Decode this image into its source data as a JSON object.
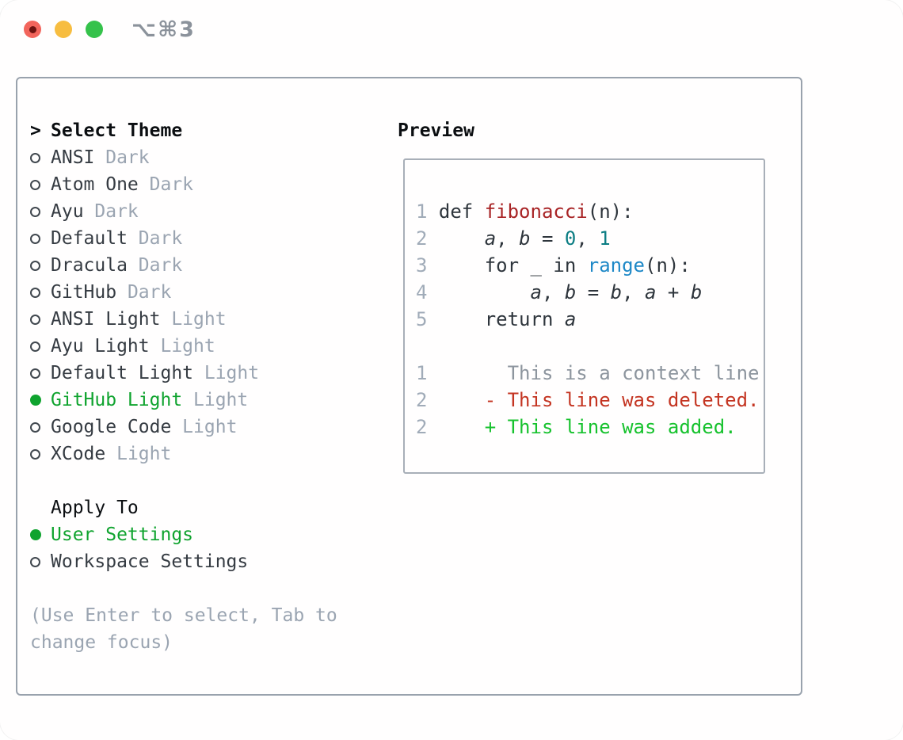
{
  "window": {
    "title": "⌥⌘3",
    "traffic_lights": [
      "close",
      "minimize",
      "zoom"
    ]
  },
  "theme_picker": {
    "prompt": ">",
    "heading": "Select Theme",
    "themes": [
      {
        "name": "ANSI",
        "variant": "Dark",
        "selected": false
      },
      {
        "name": "Atom One",
        "variant": "Dark",
        "selected": false
      },
      {
        "name": "Ayu",
        "variant": "Dark",
        "selected": false
      },
      {
        "name": "Default",
        "variant": "Dark",
        "selected": false
      },
      {
        "name": "Dracula",
        "variant": "Dark",
        "selected": false
      },
      {
        "name": "GitHub",
        "variant": "Dark",
        "selected": false
      },
      {
        "name": "ANSI Light",
        "variant": "Light",
        "selected": false
      },
      {
        "name": "Ayu Light",
        "variant": "Light",
        "selected": false
      },
      {
        "name": "Default Light",
        "variant": "Light",
        "selected": false
      },
      {
        "name": "GitHub Light",
        "variant": "Light",
        "selected": true
      },
      {
        "name": "Google Code",
        "variant": "Light",
        "selected": false
      },
      {
        "name": "XCode",
        "variant": "Light",
        "selected": false
      }
    ],
    "apply_heading": "Apply To",
    "apply_options": [
      {
        "name": "User Settings",
        "selected": true
      },
      {
        "name": "Workspace Settings",
        "selected": false
      }
    ],
    "hint_lines": [
      "(Use Enter to select, Tab to",
      "change focus)"
    ]
  },
  "preview": {
    "heading": "Preview",
    "code_lines": [
      {
        "num": "1",
        "segments": [
          [
            "code",
            "def "
          ],
          [
            "func",
            "fibonacci"
          ],
          [
            "code",
            "(n):"
          ]
        ]
      },
      {
        "num": "2",
        "segments": [
          [
            "code",
            "    "
          ],
          [
            "var",
            "a"
          ],
          [
            "code",
            ", "
          ],
          [
            "var",
            "b"
          ],
          [
            "code",
            " = "
          ],
          [
            "number",
            "0"
          ],
          [
            "code",
            ", "
          ],
          [
            "number",
            "1"
          ]
        ]
      },
      {
        "num": "3",
        "segments": [
          [
            "code",
            "    for _ in "
          ],
          [
            "call",
            "range"
          ],
          [
            "code",
            "(n):"
          ]
        ]
      },
      {
        "num": "4",
        "segments": [
          [
            "code",
            "        "
          ],
          [
            "var",
            "a"
          ],
          [
            "code",
            ", "
          ],
          [
            "var",
            "b"
          ],
          [
            "code",
            " = "
          ],
          [
            "var",
            "b"
          ],
          [
            "code",
            ", "
          ],
          [
            "var",
            "a"
          ],
          [
            "code",
            " + "
          ],
          [
            "var",
            "b"
          ]
        ]
      },
      {
        "num": "5",
        "segments": [
          [
            "code",
            "    return "
          ],
          [
            "var",
            "a"
          ]
        ]
      },
      {
        "num": "",
        "segments": []
      },
      {
        "num": "1",
        "segments": [
          [
            "context",
            "      This is a context line."
          ]
        ]
      },
      {
        "num": "2",
        "segments": [
          [
            "deleted",
            "    - This line was deleted."
          ]
        ]
      },
      {
        "num": "2",
        "segments": [
          [
            "added",
            "    + This line was added."
          ]
        ]
      }
    ]
  },
  "colors": {
    "accent_green": "#0fa32e",
    "added": "#17c22e",
    "deleted": "#c43522",
    "func": "#a82325",
    "number": "#0c7d83",
    "call": "#1e88c7",
    "code": "#2e353c",
    "muted": "#9aa4b1",
    "lineno": "#a0abb8",
    "context": "#8d959e",
    "traffic_red": "#f2655c",
    "traffic_yellow": "#f7bd40",
    "traffic_green": "#35c24b"
  }
}
